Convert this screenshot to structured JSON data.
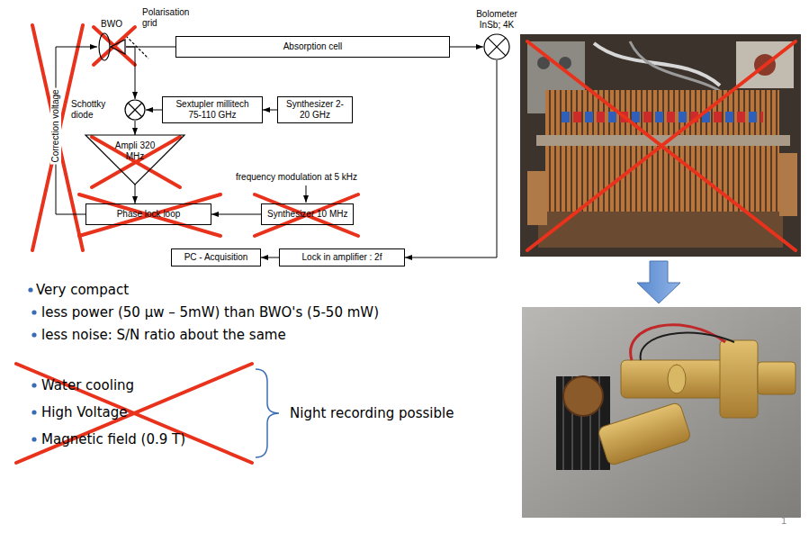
{
  "diagram": {
    "nodes": [
      {
        "text": [
          "BWO"
        ]
      },
      {
        "text": [
          "Absorption cell"
        ]
      },
      {
        "text": [
          "Bolometer InSb; 4K"
        ]
      },
      {
        "text": [
          "Schottky diode"
        ]
      },
      {
        "text": [
          "Sextupler millitech 75-110 GHz"
        ]
      },
      {
        "text": [
          "Synthesizer 2-20 GHz"
        ]
      },
      {
        "text": [
          "Ampli 320 MHz"
        ]
      },
      {
        "text": [
          "Phase lock loop"
        ]
      },
      {
        "text": [
          "Synthesizer 10 MHz"
        ]
      },
      {
        "text": [
          "PC - Acquisition"
        ]
      },
      {
        "text": [
          "Lock in amplifier : 2f"
        ]
      }
    ],
    "edges": [
      {
        "from": 0,
        "to": 1,
        "arrow": "none"
      },
      {
        "from": 0,
        "to": 3,
        "arrow": "to"
      },
      {
        "from": 1,
        "to": 2,
        "arrow": "to"
      },
      {
        "from": 2,
        "to": 10,
        "arrow": "to"
      },
      {
        "from": 5,
        "to": 4,
        "arrow": "to"
      },
      {
        "from": 4,
        "to": 3,
        "arrow": "to"
      },
      {
        "from": 3,
        "to": 6,
        "arrow": "to"
      },
      {
        "from": 6,
        "to": 7,
        "arrow": "to"
      },
      {
        "from": 8,
        "to": 7,
        "arrow": "to"
      },
      {
        "from": 7,
        "to": 0,
        "label": "Correction voltage",
        "arrow": "to"
      },
      {
        "from": 10,
        "to": 9,
        "arrow": "to"
      }
    ],
    "labels": [
      "Polarisation grid",
      "frequency modulation at 5 kHz",
      "Very compact",
      "less power (50 μw – 5mW) than BWO's (5-50 mW)",
      "less noise: S/N ratio about the same",
      "Water cooling",
      "High Voltage",
      "Magnetic field (0.9 T)",
      "Night recording possible",
      "1"
    ]
  }
}
